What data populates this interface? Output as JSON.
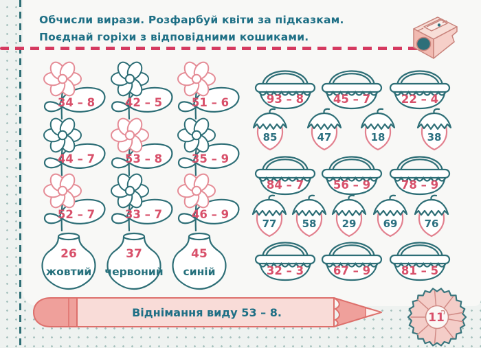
{
  "header": {
    "line1": "Обчисли вирази. Розфарбуй квіти за підказкам.",
    "line2": "Поєднай горіхи з відповідними кошиками."
  },
  "flowers": [
    {
      "expr": "34 – 8",
      "petal": "pink"
    },
    {
      "expr": "42 – 5",
      "petal": "teal"
    },
    {
      "expr": "51 – 6",
      "petal": "pink"
    },
    {
      "expr": "44 – 7",
      "petal": "teal"
    },
    {
      "expr": "53 – 8",
      "petal": "pink"
    },
    {
      "expr": "35 – 9",
      "petal": "teal"
    },
    {
      "expr": "52 – 7",
      "petal": "pink"
    },
    {
      "expr": "33 – 7",
      "petal": "teal"
    },
    {
      "expr": "46 – 9",
      "petal": "pink"
    }
  ],
  "vases": [
    {
      "number": "26",
      "color_label": "жовтий"
    },
    {
      "number": "37",
      "color_label": "червоний"
    },
    {
      "number": "45",
      "color_label": "синій"
    }
  ],
  "baskets": [
    {
      "expr": "93 – 8"
    },
    {
      "expr": "45 – 7"
    },
    {
      "expr": "22 – 4"
    },
    {
      "expr": "84 – 7"
    },
    {
      "expr": "56 – 9"
    },
    {
      "expr": "78 – 9"
    },
    {
      "expr": "32 – 3"
    },
    {
      "expr": "67 – 9"
    },
    {
      "expr": "81 – 5"
    }
  ],
  "nuts": [
    {
      "value": "85"
    },
    {
      "value": "47"
    },
    {
      "value": "18"
    },
    {
      "value": "38"
    },
    {
      "value": "77"
    },
    {
      "value": "58"
    },
    {
      "value": "29"
    },
    {
      "value": "69"
    },
    {
      "value": "76"
    }
  ],
  "footer": {
    "topic": "Віднімання виду 53 – 8."
  },
  "page_number": "11",
  "colors": {
    "teal_ink": "#2d6e76",
    "header_text": "#1e6f85",
    "pink_outline": "#e58c96",
    "expression_red": "#d8506a",
    "red_dash": "#d53a60",
    "pencil_body": "#f9dcd8",
    "pencil_dark": "#efa09b",
    "dot_pattern": "#a6c1bd"
  }
}
